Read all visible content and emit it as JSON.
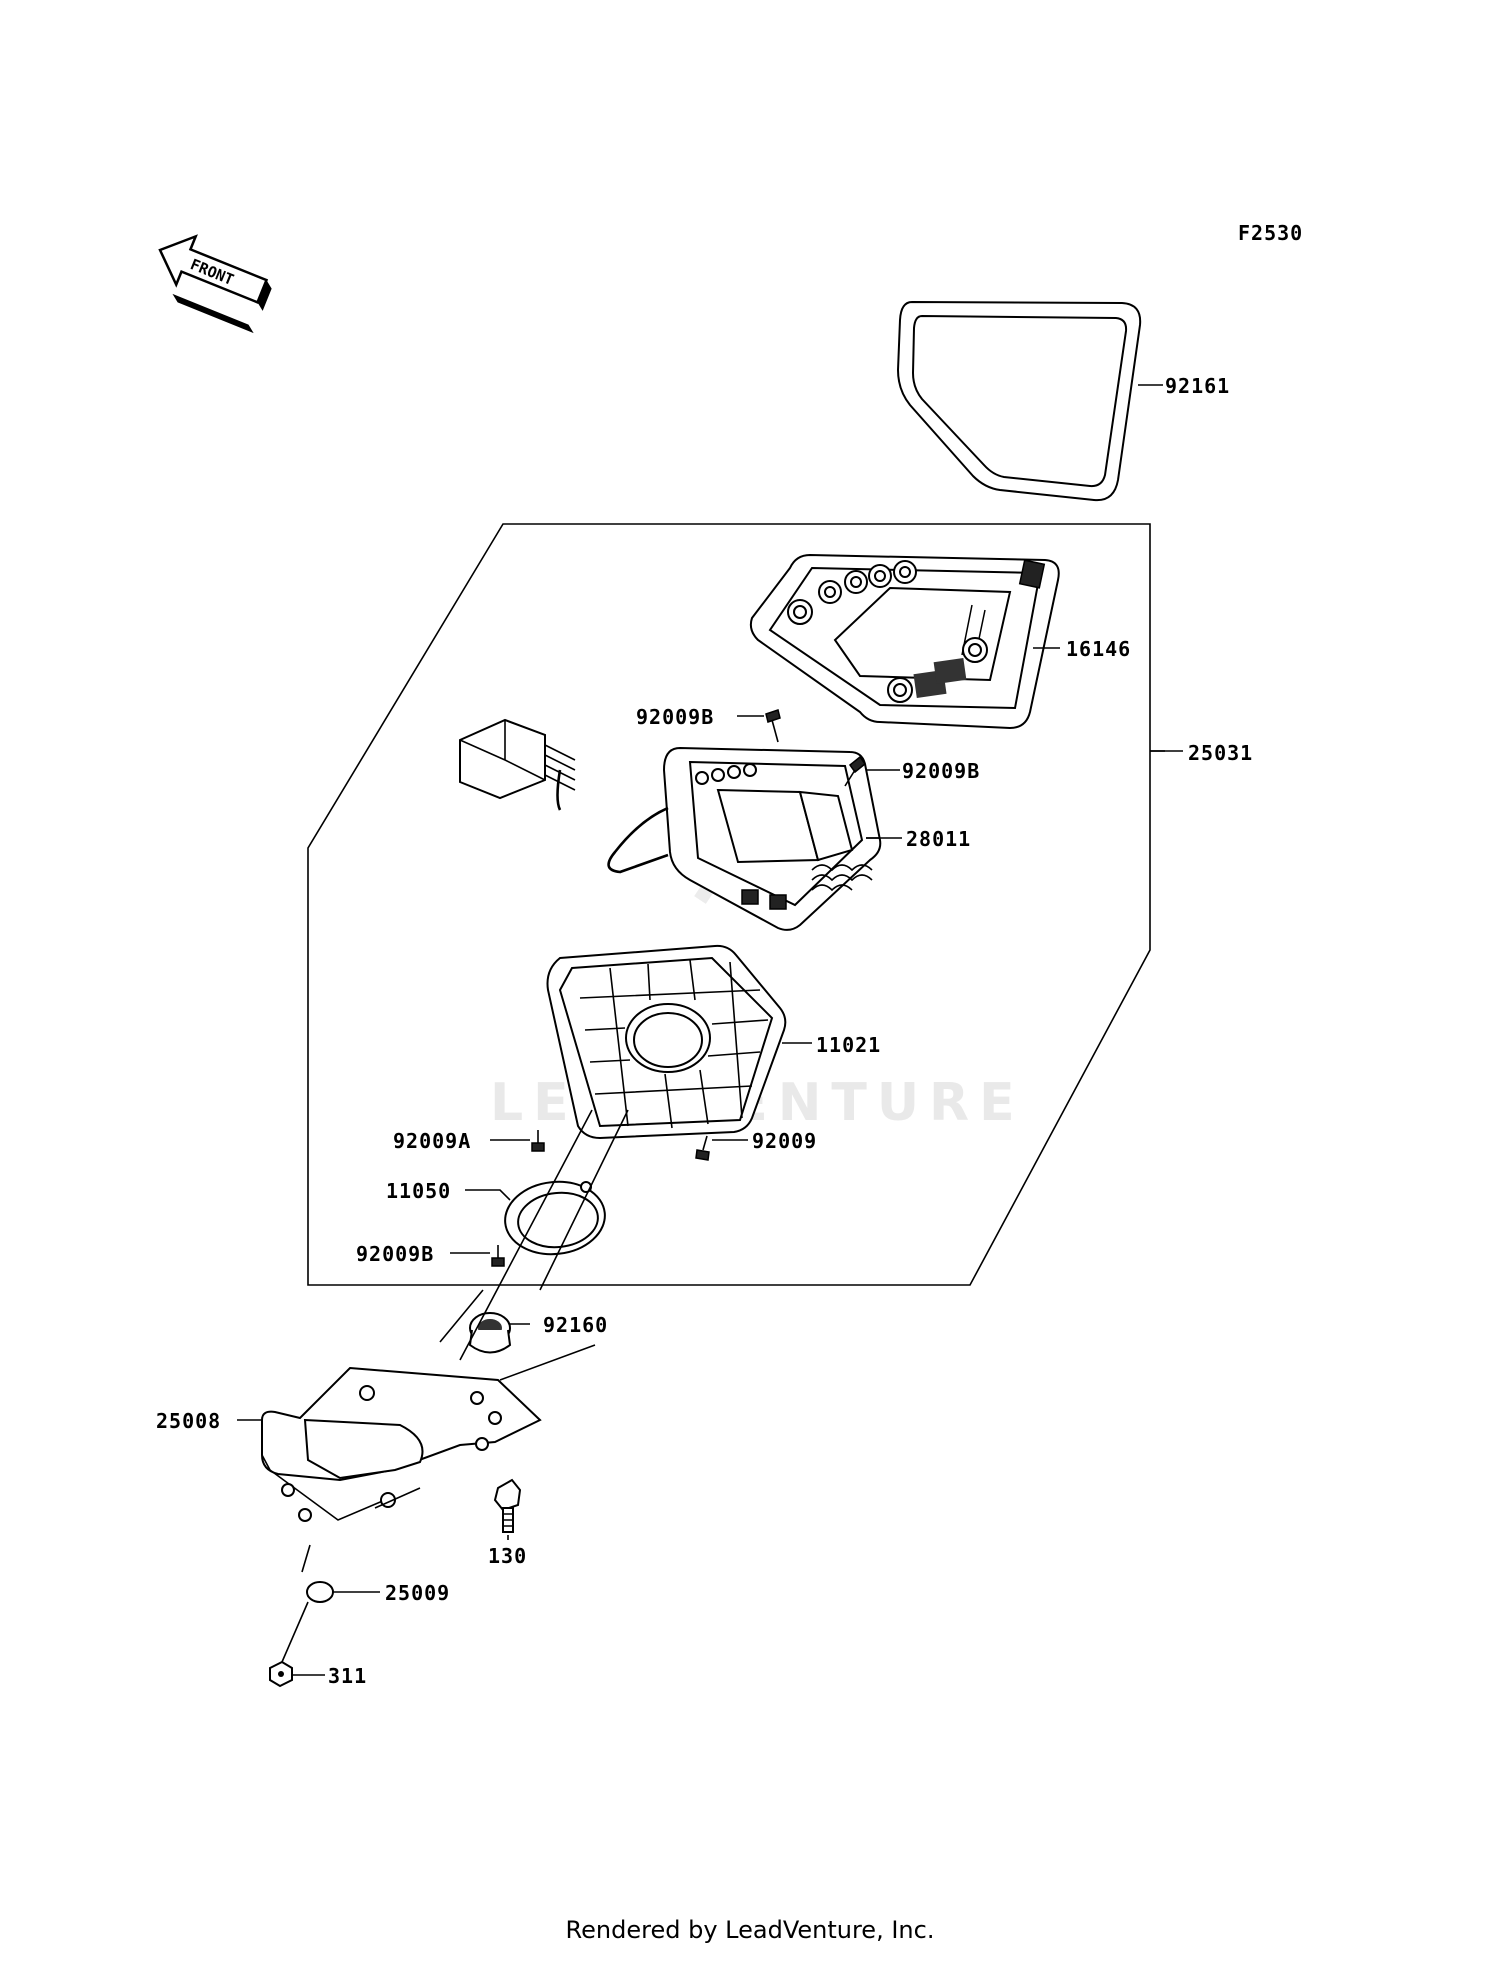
{
  "diagram": {
    "figure_code": "F2530",
    "front_marker": "FRONT",
    "watermark": "LEADVENTURE",
    "footer": "Rendered by LeadVenture, Inc.",
    "callouts": {
      "c92161": "92161",
      "c16146": "16146",
      "c25031": "25031",
      "c92009B_top": "92009B",
      "c92009B_right": "92009B",
      "c28011": "28011",
      "c11021": "11021",
      "c92009A": "92009A",
      "c92009": "92009",
      "c11050": "11050",
      "c92009B_low": "92009B",
      "c92160": "92160",
      "c25008": "25008",
      "c130": "130",
      "c25009": "25009",
      "c311": "311"
    }
  }
}
